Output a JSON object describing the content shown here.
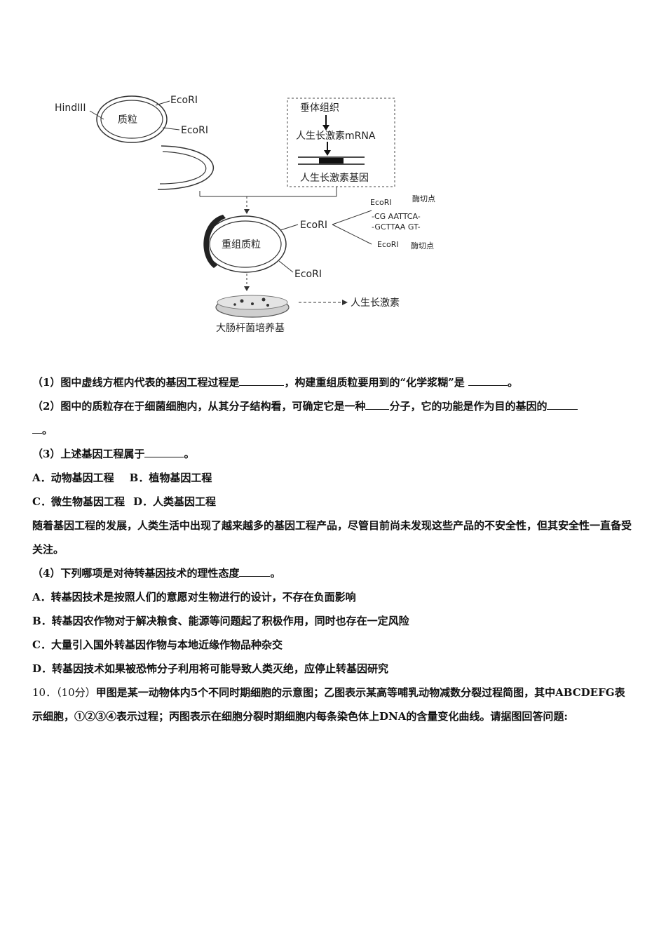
{
  "figure": {
    "labels": {
      "hindiii": "HindIII",
      "ecori_top": "EcoRI",
      "ecori_mid": "EcoRI",
      "plasmid": "质粒",
      "pituitary": "垂体组织",
      "mrna": "人生长激素mRNA",
      "gene": "人生长激素基因",
      "recombinant": "重组质粒",
      "ecori_rec_right": "EcoRI",
      "ecori_rec_bottom": "EcoRI",
      "ecori_seq_top": "EcoRI",
      "ecori_seq_bottom": "EcoRI",
      "cut_point_top": "酶切点",
      "cut_point_bottom": "酶切点",
      "seq_top": "-CG AATTCA-",
      "seq_bottom": "-GCTTAA GT-",
      "product": "人生长激素",
      "culture": "大肠杆菌培养基"
    }
  },
  "questions": {
    "q1_a": "（1）图中虚线方框内代表的基因工程过程是",
    "q1_b": "，构建重组质粒要用到的“化学浆糊”是 ",
    "q1_c": "。",
    "q2_a": "（2）图中的质粒存在于细菌细胞内，从其分子结构看，可确定它是一种",
    "q2_b": "分子，它的功能是作为目的基因的",
    "q2_c": "。",
    "q3": "（3）上述基因工程属于",
    "q3_end": "。",
    "q3_opt_a": "A．动物基因工程",
    "q3_opt_b": "B．植物基因工程",
    "q3_opt_c": "C．微生物基因工程",
    "q3_opt_d": "D．人类基因工程",
    "intro4": "随着基因工程的发展，人类生活中出现了越来越多的基因工程产品，尽管目前尚未发现这些产品的不安全性，但其安全性一直备受关注。",
    "q4": "（4）下列哪项是对待转基因技术的理性态度",
    "q4_end": "。",
    "q4_opt_a": "A．转基因技术是按照人们的意愿对生物进行的设计，不存在负面影响",
    "q4_opt_b": "B．转基因农作物对于解决粮食、能源等问题起了积极作用，同时也存在一定风险",
    "q4_opt_c": "C．大量引入国外转基因作物与本地近缘作物品种杂交",
    "q4_opt_d": "D．转基因技术如果被恐怖分子利用将可能导致人类灭绝，应停止转基因研究",
    "q10_num": "10．（10分）",
    "q10_text": "甲图是某一动物体内5个不同时期细胞的示意图；乙图表示某高等哺乳动物减数分裂过程简图，其中ABCDEFG表示细胞，①②③④表示过程；丙图表示在细胞分裂时期细胞内每条染色体上DNA的含量变化曲线。请据图回答问题:"
  }
}
